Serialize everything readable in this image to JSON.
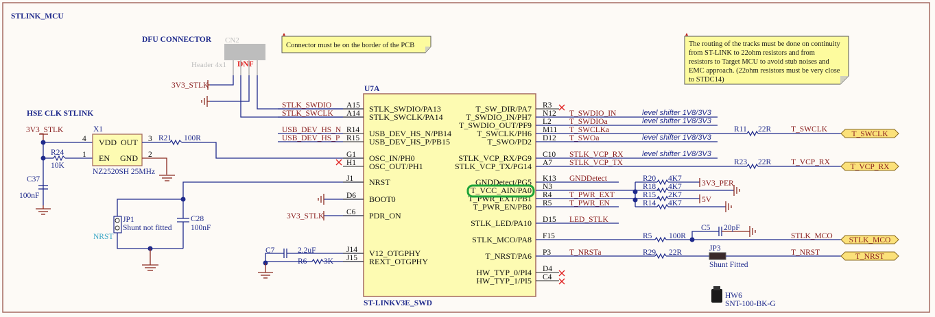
{
  "sheet": {
    "title": "STLINK_MCU",
    "border_color": "#a56b60",
    "background": "#fdfaf6"
  },
  "dfu": {
    "title": "DFU CONNECTOR",
    "designator": "CN2",
    "value": "Header 4x1",
    "dnf": "DNF",
    "power_net": "3V3_STLK"
  },
  "notes": {
    "connector_note": "Connector must be on the border of the PCB",
    "routing_note_lines": [
      "The routing of the tracks must be done on continuity",
      "from ST-LINK to 22ohm resistors and from",
      "resistors to Target MCU to avoid stub noises and",
      "EMC approach. (22ohm resistors must be very close",
      "to STDC14)"
    ]
  },
  "hse": {
    "title": "HSE CLK STLINK",
    "power_net": "3V3_STLK",
    "x1": {
      "designator": "X1",
      "pin_vdd": "VDD",
      "pin_out": "OUT",
      "pin_en": "EN",
      "pin_gnd": "GND",
      "value": "NZ2520SH 25MHz",
      "pin4": "4",
      "pin3": "3",
      "pin1": "1",
      "pin2": "2"
    },
    "r24": {
      "designator": "R24",
      "value": "10K"
    },
    "c37": {
      "designator": "C37",
      "value": "100nF"
    },
    "r21": {
      "designator": "R21",
      "value": "100R"
    }
  },
  "nrst_circuit": {
    "jp1": {
      "designator": "JP1",
      "value": "Shunt not fitted",
      "label": "NRST"
    },
    "c28": {
      "designator": "C28",
      "value": "100nF"
    }
  },
  "otg": {
    "c7": {
      "designator": "C7",
      "value": "2.2uF"
    },
    "r6": {
      "designator": "R6",
      "value": "3K"
    }
  },
  "ic": {
    "designator": "U7A",
    "part": "ST-LINKV3E_SWD",
    "fill": "#fdfbb2",
    "left_pins": [
      {
        "num": "A15",
        "name": "STLK_SWDIO/PA13",
        "net": "STLK_SWDIO"
      },
      {
        "num": "A14",
        "name": "STLK_SWCLK/PA14",
        "net": "STLK_SWCLK"
      },
      {
        "num": "R14",
        "name": "USB_DEV_HS_N/PB14",
        "net": "USB_DEV_HS_N"
      },
      {
        "num": "R15",
        "name": "USB_DEV_HS_P/PB15",
        "net": "USB_DEV_HS_P"
      },
      {
        "num": "G1",
        "name": "OSC_IN/PH0",
        "net": ""
      },
      {
        "num": "H1",
        "name": "OSC_OUT/PH1",
        "net": ""
      },
      {
        "num": "J1",
        "name": "NRST",
        "net": ""
      },
      {
        "num": "D6",
        "name": "BOOT0",
        "net": ""
      },
      {
        "num": "C6",
        "name": "PDR_ON",
        "net": "3V3_STLK"
      },
      {
        "num": "J14",
        "name": "V12_OTGPHY",
        "net": ""
      },
      {
        "num": "J15",
        "name": "REXT_OTGPHY",
        "net": ""
      }
    ],
    "right_pins": [
      {
        "num": "R3",
        "name": "T_SW_DIR/PA7",
        "net": ""
      },
      {
        "num": "N12",
        "name": "T_SWDIO_IN/PH7",
        "net": "T_SWDIO_IN"
      },
      {
        "num": "L2",
        "name": "T_SWDIO_OUT/PF9",
        "net": "T_SWDIOa"
      },
      {
        "num": "M11",
        "name": "T_SWCLK/PH6",
        "net": "T_SWCLKa"
      },
      {
        "num": "D12",
        "name": "T_SWO/PD2",
        "net": "T_SWOa"
      },
      {
        "num": "C10",
        "name": "STLK_VCP_RX/PG9",
        "net": "STLK_VCP_RX"
      },
      {
        "num": "A7",
        "name": "STLK_VCP_TX/PG14",
        "net": "STLK_VCP_TX"
      },
      {
        "num": "K13",
        "name": "GNDDetect/PG5",
        "net": "GNDDetect"
      },
      {
        "num": "N3",
        "name": "T_VCC_AIN/PA0",
        "net": ""
      },
      {
        "num": "R4",
        "name": "T_PWR_EXT/PB1",
        "net": "T_PWR_EXT"
      },
      {
        "num": "R5",
        "name": "T_PWR_EN/PB0",
        "net": "T_PWR_EN"
      },
      {
        "num": "D15",
        "name": "STLK_LED/PA10",
        "net": "LED_STLK"
      },
      {
        "num": "F15",
        "name": "STLK_MCO/PA8",
        "net": ""
      },
      {
        "num": "P3",
        "name": "T_NRST/PA6",
        "net": "T_NRSTa"
      },
      {
        "num": "D4",
        "name": "HW_TYP_0/PI4",
        "net": ""
      },
      {
        "num": "C4",
        "name": "HW_TYP_1/PI5",
        "net": ""
      }
    ],
    "highlight_pin": "T_VCC_AIN/PA0",
    "highlight_color": "#1ea33a"
  },
  "level_shifter_label": "level shifter 1V8/3V3",
  "right_side": {
    "r11": {
      "designator": "R11",
      "value": "22R",
      "net": "T_SWCLK"
    },
    "r23": {
      "designator": "R23",
      "value": "22R",
      "net": "T_VCP_RX"
    },
    "r20": {
      "designator": "R20",
      "value": "4K7"
    },
    "r18": {
      "designator": "R18",
      "value": "4K7"
    },
    "r15": {
      "designator": "R15",
      "value": "2K7"
    },
    "r14": {
      "designator": "R14",
      "value": "4K7"
    },
    "pwr_3v3_per": "3V3_PER",
    "pwr_5v": "5V",
    "c5": {
      "designator": "C5",
      "value": "20pF"
    },
    "r5": {
      "designator": "R5",
      "value": "100R"
    },
    "mco_net": "STLK_MCO",
    "r29": {
      "designator": "R29",
      "value": "22R"
    },
    "nrst_net": "T_NRST",
    "jp3": {
      "designator": "JP3",
      "value": "Shunt Fitted"
    },
    "hw6": {
      "designator": "HW6",
      "value": "SNT-100-BK-G"
    },
    "ports": [
      "T_SWCLK",
      "T_VCP_RX",
      "STLK_MCO",
      "T_NRST"
    ],
    "port_fill": "#fbe17a"
  }
}
